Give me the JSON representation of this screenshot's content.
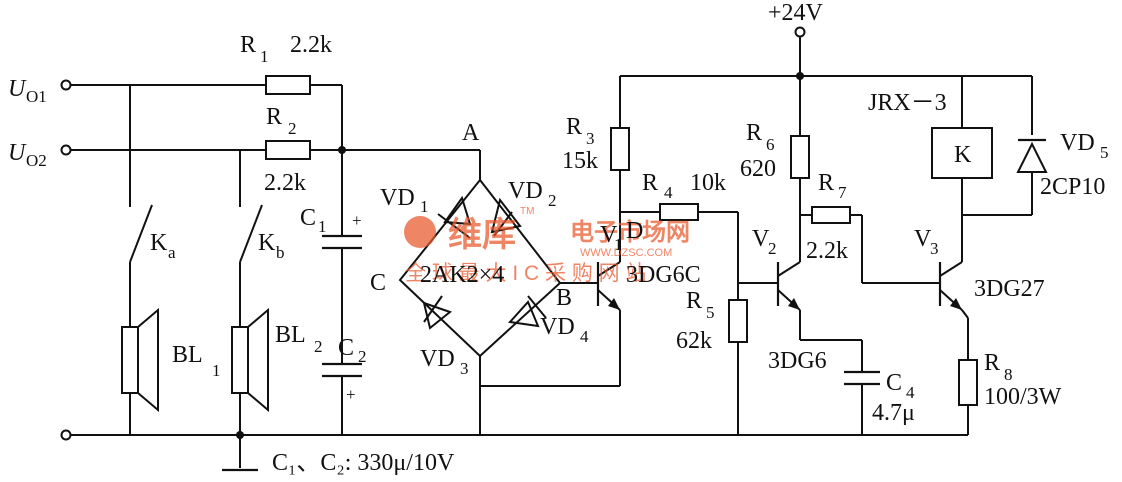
{
  "supply": "+24V",
  "inputs": {
    "uo1_main": "U",
    "uo1_sub": "O1",
    "uo2_main": "U",
    "uo2_sub": "O2"
  },
  "resistors": {
    "r1": {
      "name": "R",
      "sub": "1",
      "value": "2.2k"
    },
    "r2": {
      "name": "R",
      "sub": "2",
      "value": "2.2k"
    },
    "r3": {
      "name": "R",
      "sub": "3",
      "value": "15k"
    },
    "r4": {
      "name": "R",
      "sub": "4",
      "value": "10k"
    },
    "r5": {
      "name": "R",
      "sub": "5",
      "value": "62k"
    },
    "r6": {
      "name": "R",
      "sub": "6",
      "value": "620"
    },
    "r7": {
      "name": "R",
      "sub": "7",
      "value": "2.2k"
    },
    "r8": {
      "name": "R",
      "sub": "8",
      "value": "100/3W"
    }
  },
  "capacitors": {
    "c1": {
      "name": "C",
      "sub": "1",
      "plus": "+"
    },
    "c2": {
      "name": "C",
      "sub": "2",
      "plus": "+"
    },
    "c4": {
      "name": "C",
      "sub": "4",
      "value": "4.7μ"
    },
    "c12_note": "C₁、C₂: 330μ/10V"
  },
  "switches": {
    "ka": {
      "name": "K",
      "sub": "a"
    },
    "kb": {
      "name": "K",
      "sub": "b"
    }
  },
  "speakers": {
    "bl1": {
      "name": "BL",
      "sub": "1"
    },
    "bl2": {
      "name": "BL",
      "sub": "2"
    }
  },
  "diodes": {
    "vd1": {
      "name": "VD",
      "sub": "1"
    },
    "vd2": {
      "name": "VD",
      "sub": "2"
    },
    "vd3": {
      "name": "VD",
      "sub": "3"
    },
    "vd4": {
      "name": "VD",
      "sub": "4"
    },
    "vd5": {
      "name": "VD",
      "sub": "5",
      "type": "2CP10"
    },
    "bridge_type": "2AK2×4"
  },
  "transistors": {
    "v1": {
      "name": "V",
      "sub": "1",
      "type": "3DG6C"
    },
    "v2": {
      "name": "V",
      "sub": "2",
      "type": "3DG6"
    },
    "v3": {
      "name": "V",
      "sub": "3",
      "type": "3DG27"
    }
  },
  "relay": {
    "model": "JRX－3",
    "coil": "K"
  },
  "nodes": {
    "a": "A",
    "b": "B",
    "c": "C",
    "d": "D"
  },
  "watermark": {
    "brand": "维库",
    "brand2": "电子市场网",
    "url": "WWW.DZSC.COM",
    "slogan": "全 球 最 大 I C 采 购 网 站",
    "tm": "TM",
    "color": "#e8572a"
  }
}
